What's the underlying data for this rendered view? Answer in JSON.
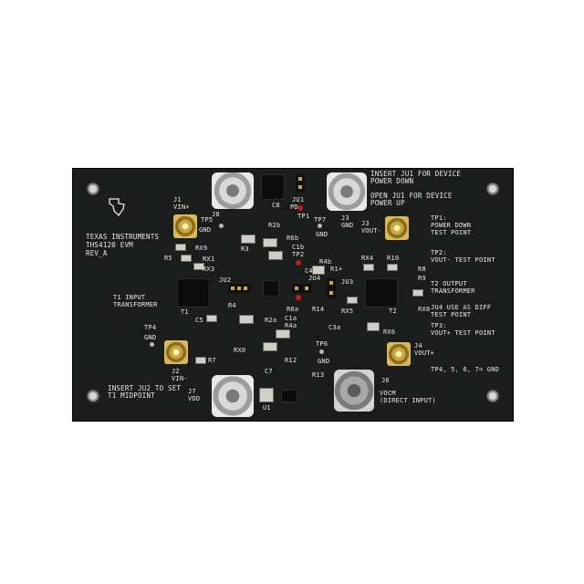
{
  "silkscreen": {
    "j1": "J1\nVIN+",
    "tp5": "TP5",
    "gnd_tp5": "GND",
    "ti_name": "TEXAS INSTRUMENTS",
    "evm": "THS4120 EVM",
    "rev": "REV_A",
    "r5": "R5",
    "rx9": "RX9",
    "rx1": "RX1",
    "rx3": "RX3",
    "t1_input": "T1 INPUT\nTRANSFORMER",
    "t1": "T1",
    "c5": "C5",
    "tp4": "TP4",
    "gnd_tp4": "GND",
    "r7": "R7",
    "rx0": "RX0",
    "j2": "J2\nVIN-",
    "insert_ju2": "INSERT JU2 TO SET\nT1 MIDPOINT",
    "j7": "J7\nVDD",
    "c7": "C7",
    "r12": "R12",
    "r2a": "R2a",
    "r2b": "R2b",
    "r3": "R3",
    "r4": "R4",
    "ju1": "JU1",
    "ju2": "JU2",
    "pd": "PD",
    "c8": "C8",
    "tp1": "TP1",
    "tp7": "TP7",
    "gnd_tp7": "GND",
    "r6b": "R6b",
    "c1b": "C1b",
    "tp2": "TP2",
    "r4b": "R4b",
    "r1": "R1+",
    "r6a": "R6a",
    "c4": "C4",
    "ju4": "JU4",
    "r14": "R14",
    "c3a": "C3a",
    "c1a": "C1a",
    "r4a": "R4a",
    "tp6": "TP6",
    "gnd_tp6": "GND",
    "r13": "R13",
    "ju3": "JU3",
    "rx5": "RX5",
    "insert_ju1": "INSERT JU1 FOR DEVICE\nPOWER DOWN",
    "open_ju1": "OPEN JU1 FOR DEVICE\nPOWER UP",
    "j3": "J3\nGND",
    "j3_vout": "J3\nVOUT-",
    "tp1_desc": "TP1:\nPOWER DOWN\nTEST POINT",
    "tp2_desc": "TP2:\nVOUT- TEST POINT",
    "t2_output": "T2 OUTPUT\nTRANSFORMER",
    "ju4_desc": "JU4 USE AS DIFF\nTEST POINT",
    "tp3_desc": "TP3:\nVOUT+ TEST POINT",
    "tp_gnd": "TP4, 5, 6, 7= GND",
    "j4": "J4\nVOUT+",
    "rx4": "RX4",
    "r10": "R10",
    "r8": "R8",
    "r9": "R9",
    "rx8": "RX8",
    "rx6": "RX6",
    "t2": "T2",
    "j6": "J6",
    "vocm": "VOCM\n(DIRECT INPUT)",
    "j8": "J8",
    "u1": "U1"
  },
  "colors": {
    "board": "#1b1d1c",
    "silkscreen": "#e9e9e4",
    "connector_gold": "#c9a640",
    "led_red": "#c51a1a"
  }
}
